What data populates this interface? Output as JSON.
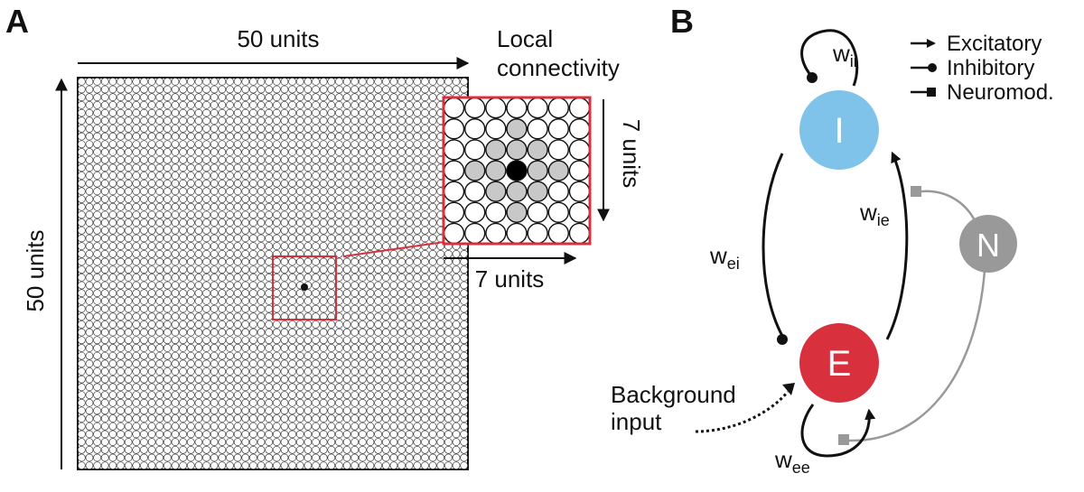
{
  "panel_a": {
    "letter": "A",
    "top_label": "50 units",
    "left_label": "50 units",
    "local_label_line1": "Local",
    "local_label_line2": "connectivity",
    "inset_side_label": "7 units",
    "inset_bottom_label": "7 units",
    "grid_size": 50,
    "inset_size": 7
  },
  "panel_b": {
    "letter": "B",
    "legend": {
      "excitatory": "Excitatory",
      "inhibitory": "Inhibitory",
      "neuromod": "Neuromod."
    },
    "nodes": {
      "inhibitory": {
        "label": "I",
        "color": "#7fc3ea"
      },
      "excitatory": {
        "label": "E",
        "color": "#d9303e"
      },
      "neuromod": {
        "label": "N",
        "color": "#999999"
      }
    },
    "weights": {
      "wii": {
        "base": "w",
        "sub": "ii"
      },
      "wie": {
        "base": "w",
        "sub": "ie"
      },
      "wei": {
        "base": "w",
        "sub": "ei"
      },
      "wee": {
        "base": "w",
        "sub": "ee"
      }
    },
    "background_line1": "Background",
    "background_line2": "input"
  },
  "colors": {
    "highlight": "#d9303e",
    "gray_neighbor": "#c8c8c8",
    "neuromod_line": "#999999"
  }
}
